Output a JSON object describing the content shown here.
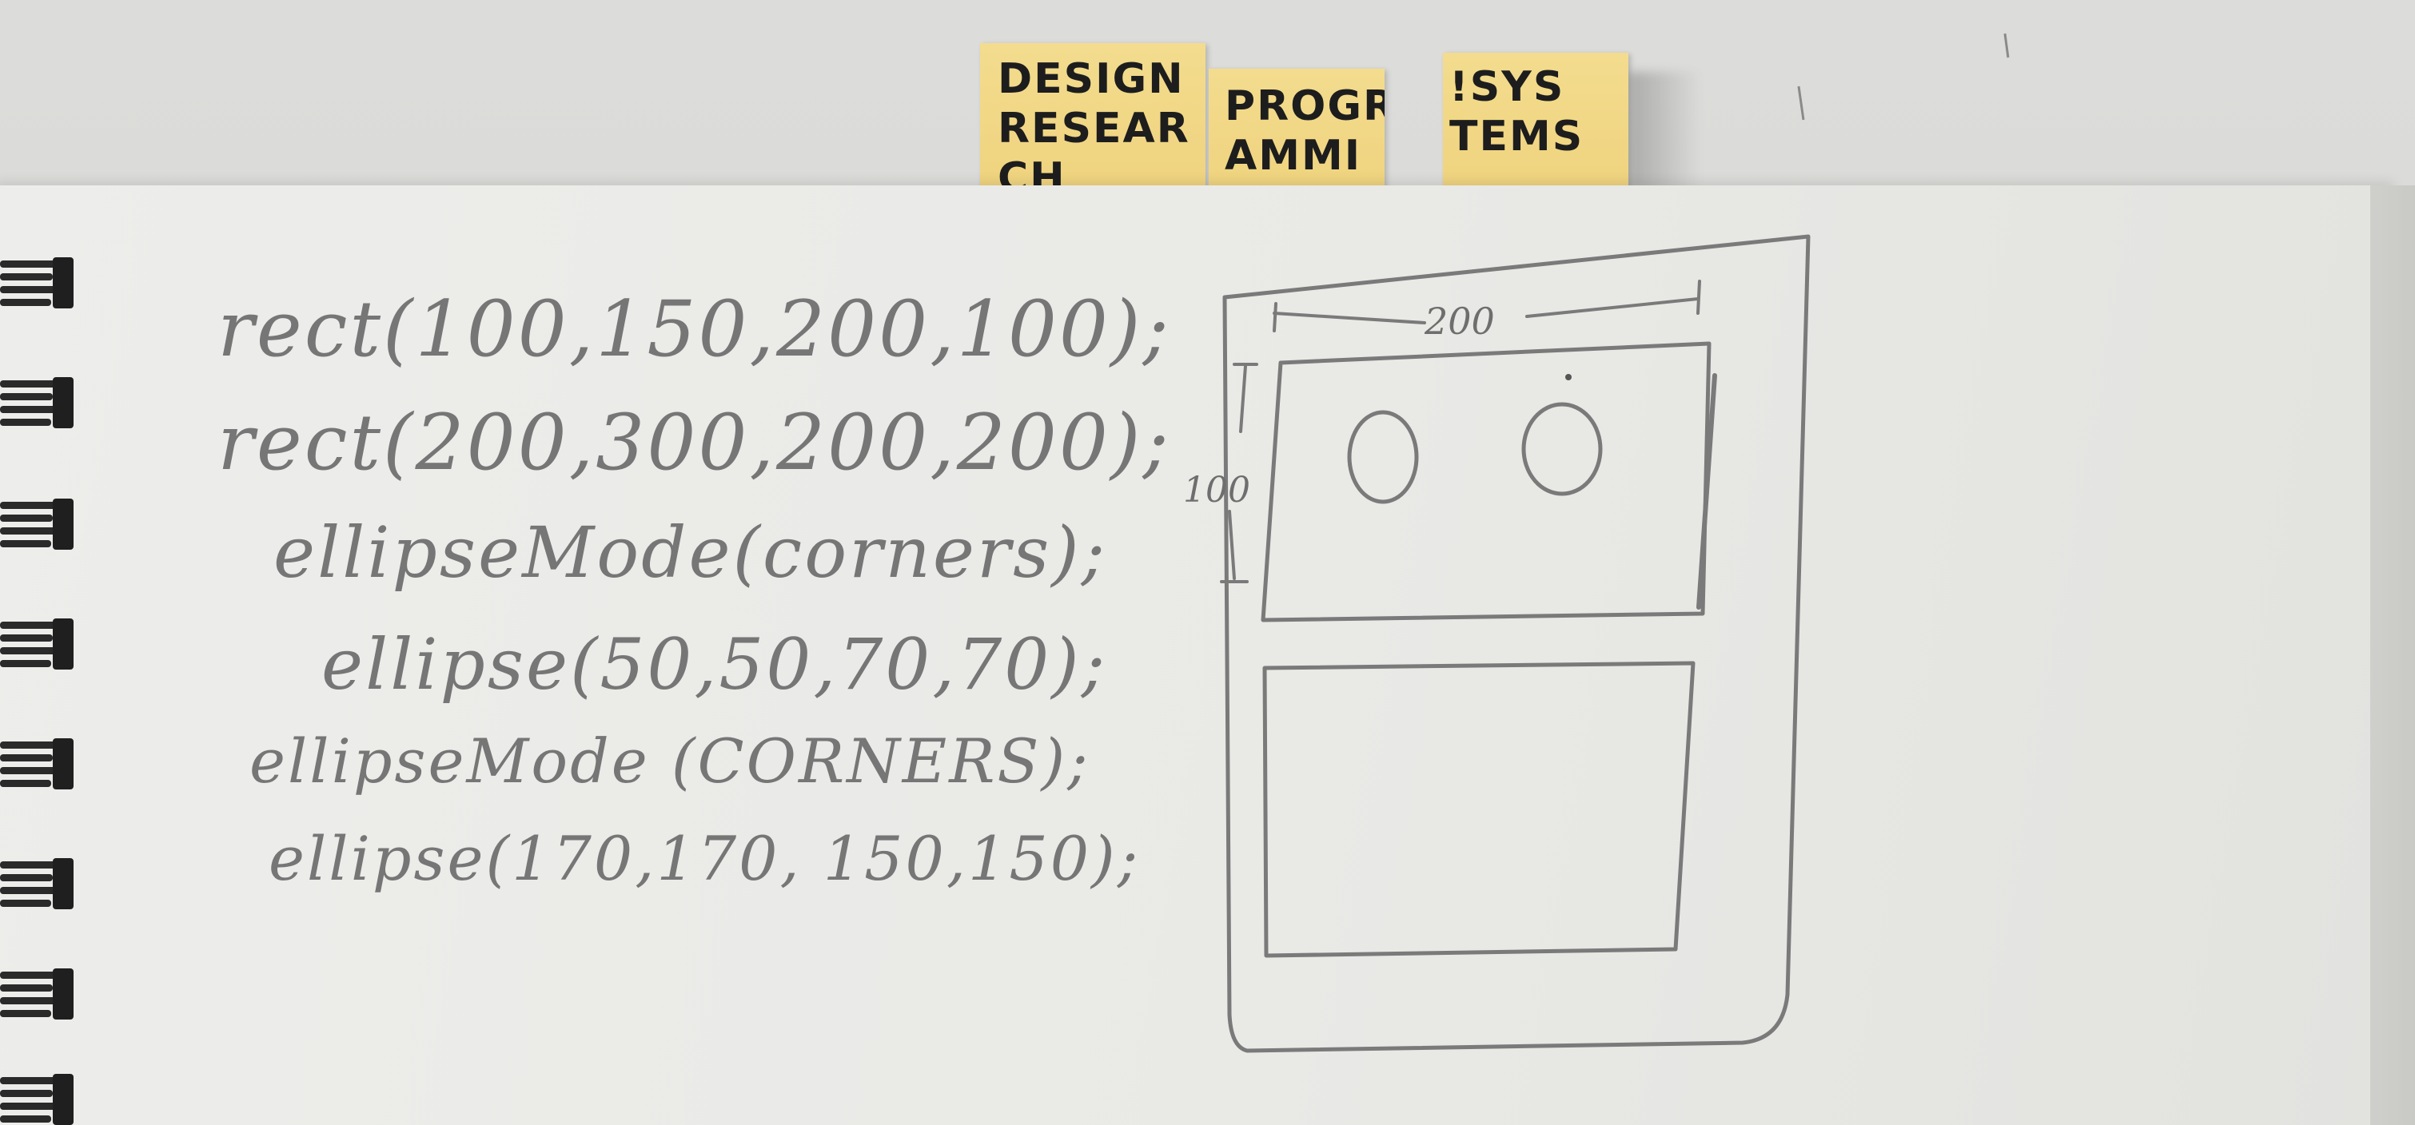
{
  "tabs": [
    {
      "label": "DESIGN\nRESEAR\nCH"
    },
    {
      "label": "PROGR\nAMMI\nNG"
    },
    {
      "label": "!SYS\n  TEMS"
    }
  ],
  "code": {
    "lines": [
      "rect(100,150,200,100);",
      "rect(200,300,200,200);",
      "ellipseMode(corners);",
      "ellipse(50,50,70,70);",
      "ellipseMode (CORNERS);",
      "ellipse(170,170, 150,150);"
    ]
  },
  "sketch": {
    "width_label": "200",
    "height_label": "100"
  },
  "colors": {
    "paper": "#ebebe8",
    "pencil": "#6a6a6a",
    "sticky": "#f1d680",
    "binding": "#222222"
  }
}
